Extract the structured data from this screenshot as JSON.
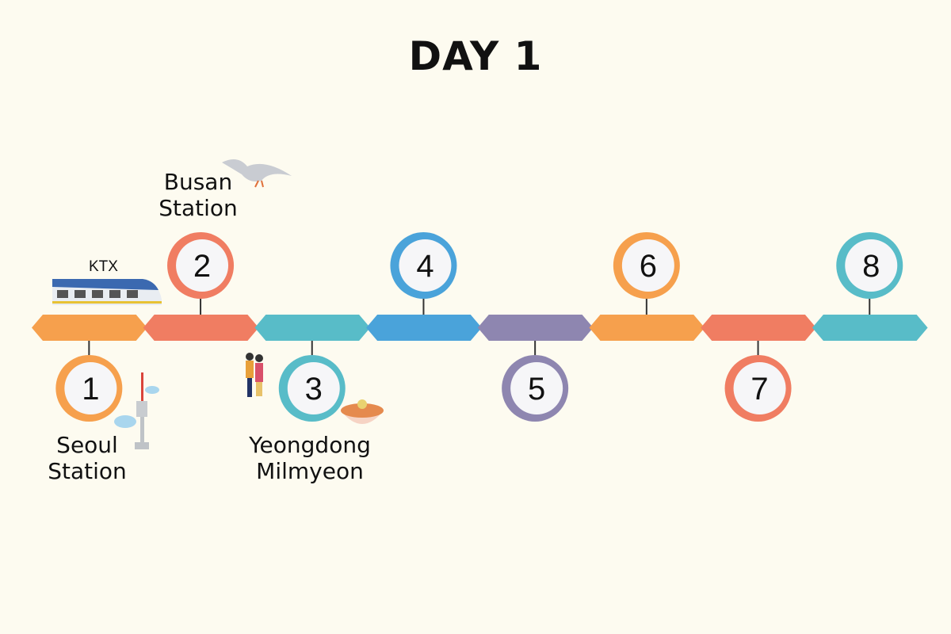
{
  "title": "DAY 1",
  "train_label": "KTX",
  "colors": {
    "background": "#FDFBF0",
    "orange": "#F6A04D",
    "coral": "#F07D62",
    "teal": "#58BCC8",
    "blue": "#4AA3DA",
    "purple": "#8E86B0"
  },
  "stops": [
    {
      "number": "1",
      "color": "#F6A04D",
      "label": [
        "Seoul",
        "Station"
      ],
      "icon": "seoul-tower-icon"
    },
    {
      "number": "2",
      "color": "#F07D62",
      "label": [
        "Busan",
        "Station"
      ],
      "icon": "seagull-icon"
    },
    {
      "number": "3",
      "color": "#58BCC8",
      "label": [
        "Yeongdong",
        "Milmyeon"
      ],
      "icon": "noodle-bowl-icon"
    },
    {
      "number": "4",
      "color": "#4AA3DA",
      "label": []
    },
    {
      "number": "5",
      "color": "#8E86B0",
      "label": []
    },
    {
      "number": "6",
      "color": "#F6A04D",
      "label": []
    },
    {
      "number": "7",
      "color": "#F07D62",
      "label": []
    },
    {
      "number": "8",
      "color": "#58BCC8",
      "label": []
    }
  ]
}
